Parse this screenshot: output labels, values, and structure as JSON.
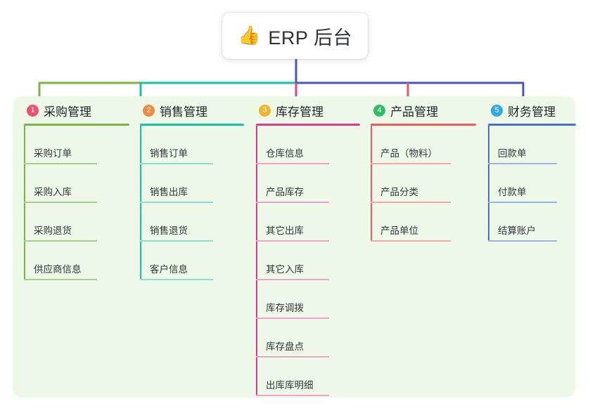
{
  "root": {
    "icon": "thumbs-up-emoji",
    "emoji": "👍",
    "title": "ERP 后台"
  },
  "colors": {
    "panel_bg": "#eef8e9",
    "page_bg": "#ffffff",
    "trunk": "#4a55b8",
    "bus_green": "#7cb342",
    "bus_teal": "#17c2a4",
    "bus_blue": "#4a55b8"
  },
  "columns": [
    {
      "index": "1",
      "title": "采购管理",
      "badge_color": "#f0506e",
      "line_color": "#7cb342",
      "rule_color": "#a9d18e",
      "drop_color": "#7cb342",
      "items": [
        "采购订单",
        "采购入库",
        "采购退货",
        "供应商信息"
      ]
    },
    {
      "index": "2",
      "title": "销售管理",
      "badge_color": "#f08a3c",
      "line_color": "#17c2a4",
      "rule_color": "#8fded0",
      "drop_color": "#17c2a4",
      "items": [
        "销售订单",
        "销售出库",
        "销售退货",
        "客户信息"
      ]
    },
    {
      "index": "3",
      "title": "库存管理",
      "badge_color": "#f5b425",
      "line_color": "#e0398a",
      "rule_color": "#efa3c8",
      "drop_color": "#e8418e",
      "items": [
        "仓库信息",
        "产品库存",
        "其它出库",
        "其它入库",
        "库存调拨",
        "库存盘点",
        "出库库明细"
      ]
    },
    {
      "index": "4",
      "title": "产品管理",
      "badge_color": "#2dbf64",
      "line_color": "#f2575c",
      "rule_color": "#f7a7a6",
      "drop_color": "#f2575c",
      "items": [
        "产品（物料）",
        "产品分类",
        "产品单位"
      ]
    },
    {
      "index": "5",
      "title": "财务管理",
      "badge_color": "#2ea8e8",
      "line_color": "#4a6fd0",
      "rule_color": "#9ab4e6",
      "drop_color": "#4a55b8",
      "items": [
        "回款单",
        "付款单",
        "结算账户"
      ]
    }
  ]
}
